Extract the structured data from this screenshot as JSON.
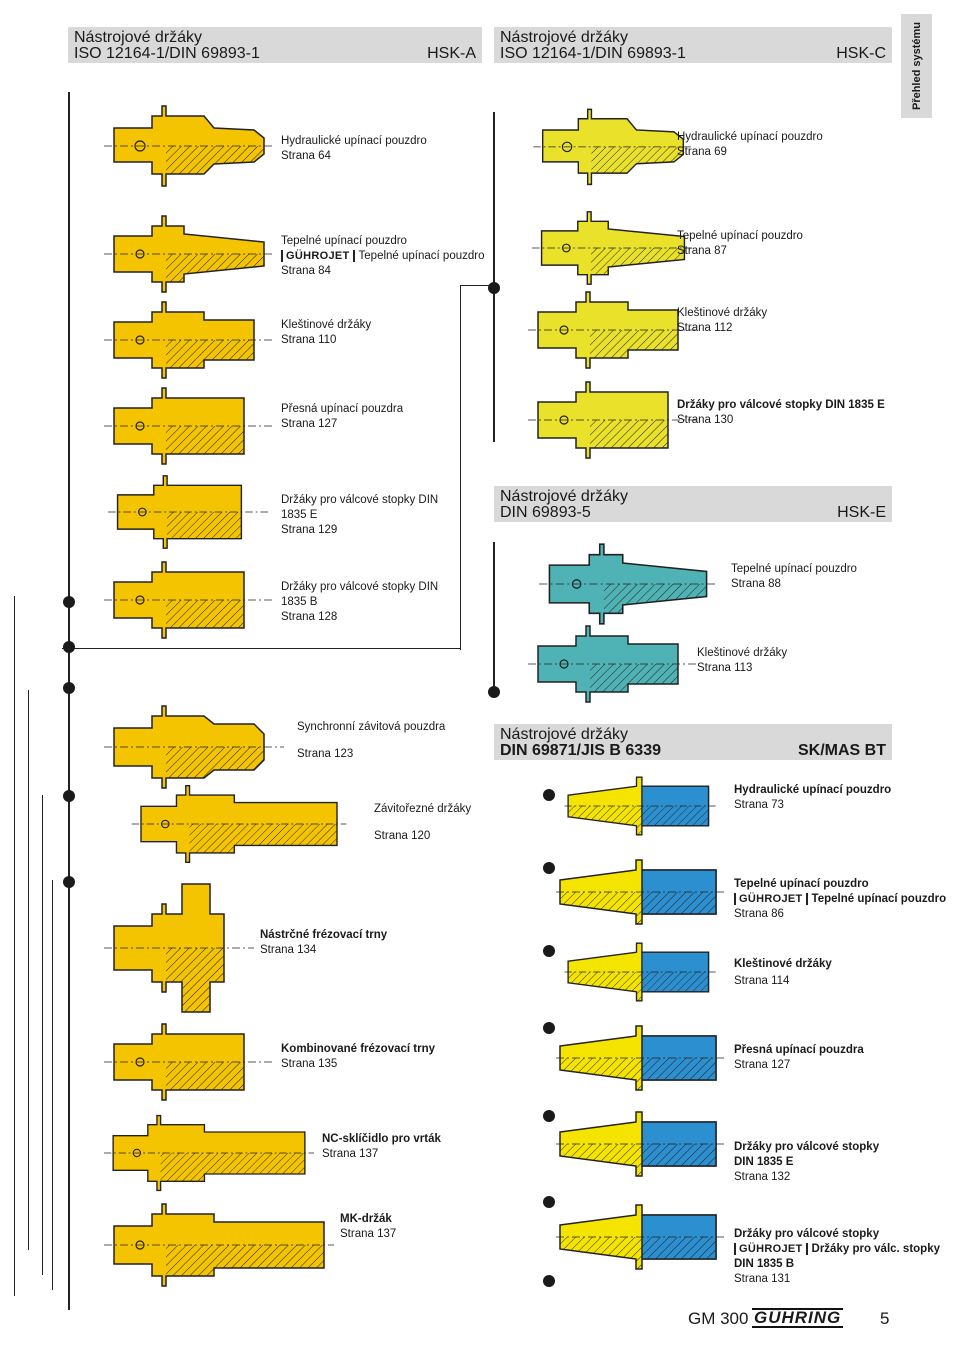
{
  "headers": {
    "hska": {
      "l1": "Nástrojové držáky",
      "l2": "ISO 12164-1/DIN 69893-1",
      "tag": "HSK-A"
    },
    "hskc": {
      "l1": "Nástrojové držáky",
      "l2": "ISO 12164-1/DIN 69893-1",
      "tag": "HSK-C"
    },
    "hske": {
      "l1": "Nástrojové držáky",
      "l2": "DIN 69893-5",
      "tag": "HSK-E"
    },
    "sk": {
      "l1": "Nástrojové držáky",
      "l2": "DIN 69871/JIS B 6339",
      "tag": "SK/MAS BT"
    }
  },
  "side_tab": "Přehled systému",
  "brand_badge": "GÜHROJET",
  "captions": {
    "a1": {
      "title": "Hydraulické upínací pouzdro",
      "page": "Strana 64"
    },
    "a2": {
      "title": "Tepelné upínací pouzdro",
      "alt": "Tepelné upínací pouzdro",
      "page": "Strana 84"
    },
    "a3": {
      "title": "Kleštinové držáky",
      "page": "Strana 110"
    },
    "a4": {
      "title": "Přesná upínací pouzdra",
      "page": "Strana 127"
    },
    "a5": {
      "title": "Držáky pro válcové stopky DIN 1835 E",
      "page": "Strana 129"
    },
    "a6": {
      "title": "Držáky pro válcové stopky DIN 1835 B",
      "page": "Strana 128"
    },
    "a7": {
      "title": "Synchronní  závitová pouzdra",
      "page": "Strana 123"
    },
    "a8": {
      "title": "Závitořezné držáky",
      "page": "Strana 120"
    },
    "a9": {
      "title": "Nástrčné frézovací trny",
      "page": "Strana 134"
    },
    "a10": {
      "title": "Kombinované frézovací trny",
      "page": "Strana 135"
    },
    "a11": {
      "title": "NC-sklíčidlo pro vrták",
      "page": "Strana 137"
    },
    "a12": {
      "title": "MK-držák",
      "page": "Strana 137"
    },
    "c1": {
      "title": "Hydraulické upínací pouzdro",
      "page": "Strana 69"
    },
    "c2": {
      "title": "Tepelné upínací pouzdro",
      "page": "Strana 87"
    },
    "c3": {
      "title": "Kleštinové držáky",
      "page": "Strana 112"
    },
    "c4": {
      "title": "Držáky pro válcové stopky DIN 1835 E",
      "page": "Strana 130"
    },
    "e1": {
      "title": "Tepelné upínací pouzdro",
      "page": "Strana 88"
    },
    "e2": {
      "title": "Kleštinové držáky",
      "page": "Strana 113"
    },
    "s1": {
      "title": "Hydraulické upínací pouzdro",
      "page": "Strana 73"
    },
    "s2": {
      "title": "Tepelné upínací pouzdro",
      "alt": "Tepelné upínací pouzdro",
      "page": "Strana 86"
    },
    "s3": {
      "title": "Kleštinové držáky",
      "page": "Strana 114"
    },
    "s4": {
      "title": "Přesná upínací pouzdra",
      "page": "Strana 127"
    },
    "s5": {
      "title": "Držáky pro válcové stopky DIN 1835 E",
      "page": "Strana 132"
    },
    "s6": {
      "title": "Držáky pro válcové stopky",
      "alt": "Držáky pro válc. stopky",
      "line3": "DIN 1835 B",
      "page": "Strana 131"
    }
  },
  "footer": {
    "catalog": "GM 300",
    "brand": "GÜHRING",
    "page_number": "5"
  },
  "colors": {
    "hsk_yellow": "#f5c400",
    "hskc_yellow": "#e9e12a",
    "hske_teal": "#4fb3b5",
    "sk_blue": "#2c8fd0",
    "header_grey": "#d9d9d9"
  }
}
